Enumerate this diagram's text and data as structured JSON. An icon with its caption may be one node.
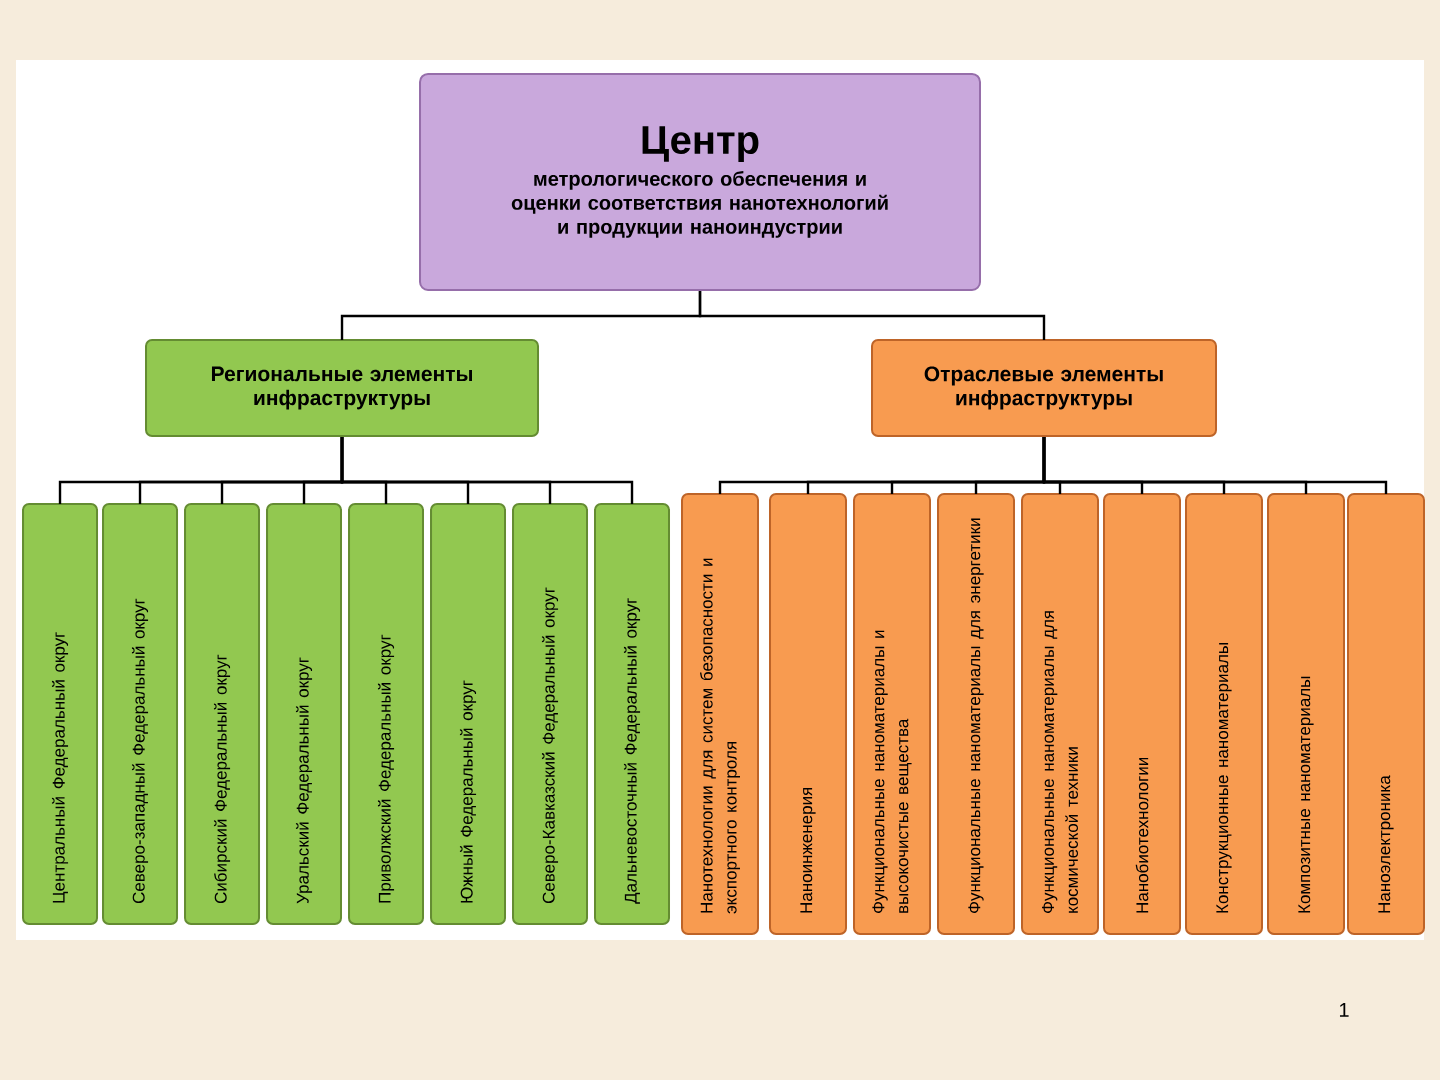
{
  "diagram": {
    "nodes": [
      {
        "text": [
          "Центр",
          "метрологического обеспечения и оценки соответствия нанотехнологий и продукции наноиндустрии"
        ]
      },
      {
        "text": [
          "Региональные элементы инфраструктуры"
        ]
      },
      {
        "text": [
          "Отраслевые элементы инфраструктуры"
        ]
      },
      {
        "text": [
          "Центральный Федеральный округ"
        ]
      },
      {
        "text": [
          "Северо-западный Федеральный округ"
        ]
      },
      {
        "text": [
          "Сибирский Федеральный округ"
        ]
      },
      {
        "text": [
          "Уральский Федеральный округ"
        ]
      },
      {
        "text": [
          "Приволжский Федеральный округ"
        ]
      },
      {
        "text": [
          "Южный Федеральный округ"
        ]
      },
      {
        "text": [
          "Северо-Кавказский Федеральный округ"
        ]
      },
      {
        "text": [
          "Дальневосточный Федеральный округ"
        ]
      },
      {
        "text": [
          "Нанотехнологии для систем безопасности и экспортного контроля"
        ]
      },
      {
        "text": [
          "Наноинженерия"
        ]
      },
      {
        "text": [
          "Функциональные наноматериалы и высокочистые вещества"
        ]
      },
      {
        "text": [
          "Функциональные наноматериалы для энергетики"
        ]
      },
      {
        "text": [
          "Функциональные наноматериалы для космической техники"
        ]
      },
      {
        "text": [
          "Нанобиотехнологии"
        ]
      },
      {
        "text": [
          "Конструкционные наноматериалы"
        ]
      },
      {
        "text": [
          "Композитные наноматериалы"
        ]
      },
      {
        "text": [
          "Наноэлектроника"
        ]
      }
    ],
    "edges": [
      {
        "from": 0,
        "to": 1,
        "arrow": "none"
      },
      {
        "from": 0,
        "to": 2,
        "arrow": "none"
      },
      {
        "from": 1,
        "to": 3,
        "arrow": "none"
      },
      {
        "from": 1,
        "to": 4,
        "arrow": "none"
      },
      {
        "from": 1,
        "to": 5,
        "arrow": "none"
      },
      {
        "from": 1,
        "to": 6,
        "arrow": "none"
      },
      {
        "from": 1,
        "to": 7,
        "arrow": "none"
      },
      {
        "from": 1,
        "to": 8,
        "arrow": "none"
      },
      {
        "from": 1,
        "to": 9,
        "arrow": "none"
      },
      {
        "from": 1,
        "to": 10,
        "arrow": "none"
      },
      {
        "from": 2,
        "to": 11,
        "arrow": "none"
      },
      {
        "from": 2,
        "to": 12,
        "arrow": "none"
      },
      {
        "from": 2,
        "to": 13,
        "arrow": "none"
      },
      {
        "from": 2,
        "to": 14,
        "arrow": "none"
      },
      {
        "from": 2,
        "to": 15,
        "arrow": "none"
      },
      {
        "from": 2,
        "to": 16,
        "arrow": "none"
      },
      {
        "from": 2,
        "to": 17,
        "arrow": "none"
      },
      {
        "from": 2,
        "to": 18,
        "arrow": "none"
      },
      {
        "from": 2,
        "to": 19,
        "arrow": "none"
      }
    ],
    "labels": [
      "1"
    ]
  }
}
